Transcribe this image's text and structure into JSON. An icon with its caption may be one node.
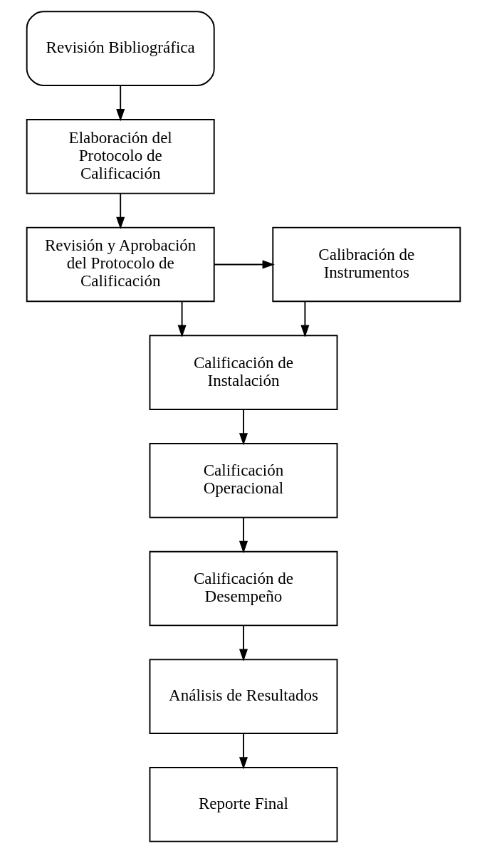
{
  "diagram": {
    "nodes": [
      {
        "text": [
          "Revisión Bibliográfica"
        ]
      },
      {
        "text": [
          "Elaboración del Protocolo de Calificación"
        ]
      },
      {
        "text": [
          "Revisión y Aprobación del Protocolo de Calificación"
        ]
      },
      {
        "text": [
          "Calibración de Instrumentos"
        ]
      },
      {
        "text": [
          "Calificación de Instalación"
        ]
      },
      {
        "text": [
          "Calificación Operacional"
        ]
      },
      {
        "text": [
          "Calificación de Desempeño"
        ]
      },
      {
        "text": [
          "Análisis de Resultados"
        ]
      },
      {
        "text": [
          "Reporte Final"
        ]
      }
    ],
    "edges": [
      {
        "from": 0,
        "to": 1,
        "arrow": "to"
      },
      {
        "from": 1,
        "to": 2,
        "arrow": "to"
      },
      {
        "from": 2,
        "to": 3,
        "arrow": "to"
      },
      {
        "from": 2,
        "to": 4,
        "arrow": "to"
      },
      {
        "from": 3,
        "to": 4,
        "arrow": "to"
      },
      {
        "from": 4,
        "to": 5,
        "arrow": "to"
      },
      {
        "from": 5,
        "to": 6,
        "arrow": "to"
      },
      {
        "from": 6,
        "to": 7,
        "arrow": "to"
      },
      {
        "from": 7,
        "to": 8,
        "arrow": "to"
      }
    ]
  }
}
